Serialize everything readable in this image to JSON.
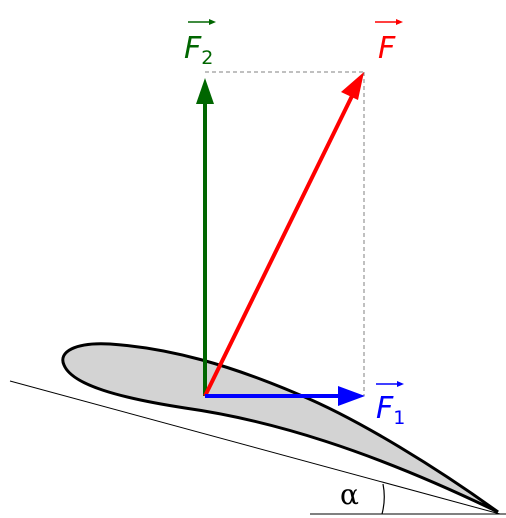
{
  "labels": {
    "f": {
      "letter": "F"
    },
    "f1": {
      "letter": "F",
      "subscript": "1"
    },
    "f2": {
      "letter": "F",
      "subscript": "2"
    },
    "angle": "α"
  },
  "colors": {
    "resultant": "#ff0000",
    "horizontal": "#0000ff",
    "vertical": "#006600",
    "airfoil_fill": "#d3d3d3",
    "outline": "#000000",
    "guide": "#808080"
  }
}
